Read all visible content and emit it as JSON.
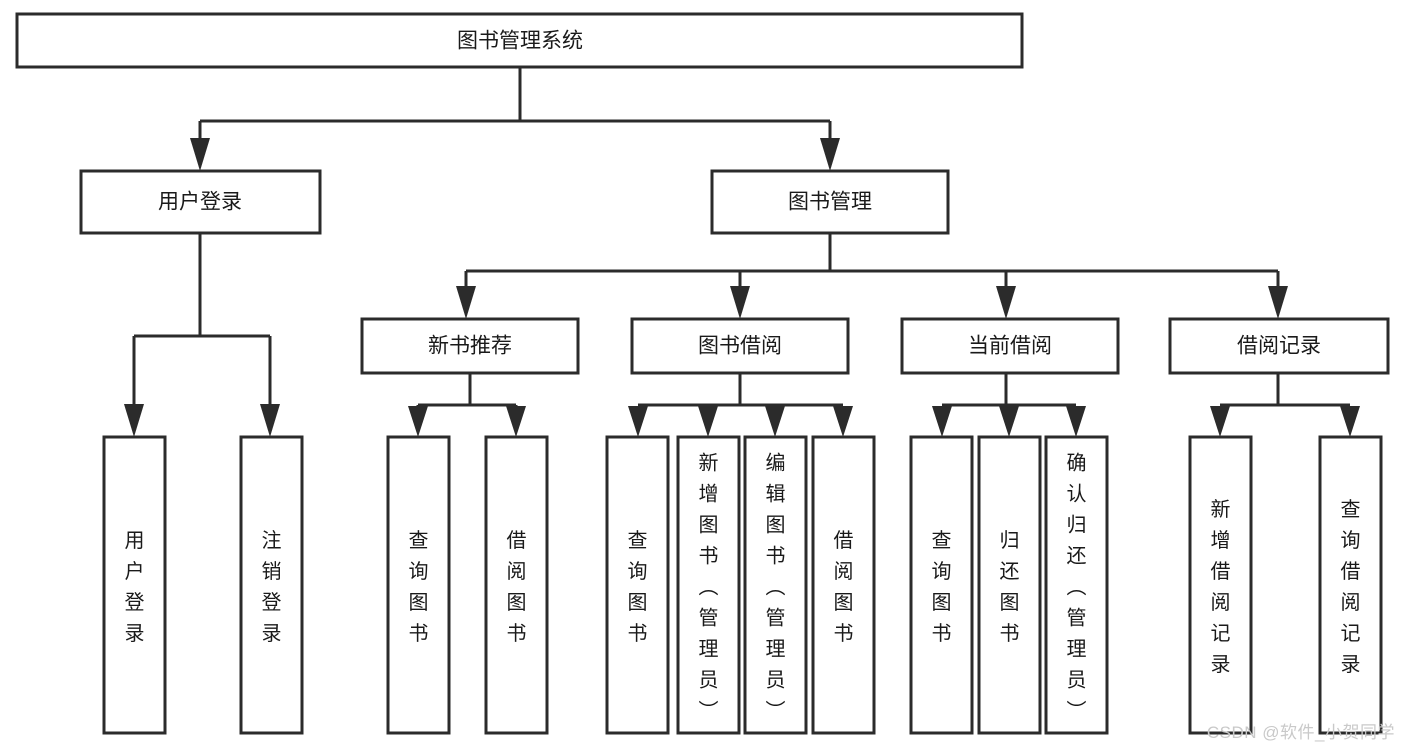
{
  "diagram": {
    "type": "tree",
    "title": "图书管理系统",
    "watermark": "CSDN @软件_小贺同学",
    "colors": {
      "stroke": "#2b2b2b",
      "fill": "#ffffff",
      "text": "#1a1a1a",
      "watermark": "#c9c9c9"
    },
    "nodes": {
      "root": {
        "label": "图书管理系统",
        "level": 0,
        "orientation": "horizontal"
      },
      "l1": [
        {
          "id": "user-login",
          "label": "用户登录",
          "level": 1,
          "orientation": "horizontal"
        },
        {
          "id": "book-manage",
          "label": "图书管理",
          "level": 1,
          "orientation": "horizontal"
        }
      ],
      "l2": [
        {
          "id": "new-book-rec",
          "label": "新书推荐",
          "level": 2,
          "orientation": "horizontal",
          "parent": "book-manage"
        },
        {
          "id": "book-borrow",
          "label": "图书借阅",
          "level": 2,
          "orientation": "horizontal",
          "parent": "book-manage"
        },
        {
          "id": "current-borrow",
          "label": "当前借阅",
          "level": 2,
          "orientation": "horizontal",
          "parent": "book-manage"
        },
        {
          "id": "borrow-record",
          "label": "借阅记录",
          "level": 2,
          "orientation": "horizontal",
          "parent": "book-manage"
        }
      ],
      "leaves": [
        {
          "id": "leaf-user-login",
          "label": "用户登录",
          "parent": "user-login",
          "orientation": "vertical"
        },
        {
          "id": "leaf-user-logout",
          "label": "注销登录",
          "parent": "user-login",
          "orientation": "vertical"
        },
        {
          "id": "leaf-query-book-1",
          "label": "查询图书",
          "parent": "new-book-rec",
          "orientation": "vertical"
        },
        {
          "id": "leaf-borrow-book-1",
          "label": "借阅图书",
          "parent": "new-book-rec",
          "orientation": "vertical"
        },
        {
          "id": "leaf-query-book-2",
          "label": "查询图书",
          "parent": "book-borrow",
          "orientation": "vertical"
        },
        {
          "id": "leaf-add-book",
          "label": "新增图书（管理员）",
          "parent": "book-borrow",
          "orientation": "vertical"
        },
        {
          "id": "leaf-edit-book",
          "label": "编辑图书（管理员）",
          "parent": "book-borrow",
          "orientation": "vertical"
        },
        {
          "id": "leaf-borrow-book-2",
          "label": "借阅图书",
          "parent": "book-borrow",
          "orientation": "vertical"
        },
        {
          "id": "leaf-query-book-3",
          "label": "查询图书",
          "parent": "current-borrow",
          "orientation": "vertical"
        },
        {
          "id": "leaf-return-book",
          "label": "归还图书",
          "parent": "current-borrow",
          "orientation": "vertical"
        },
        {
          "id": "leaf-confirm-return",
          "label": "确认归还（管理员）",
          "parent": "current-borrow",
          "orientation": "vertical"
        },
        {
          "id": "leaf-add-record",
          "label": "新增借阅记录",
          "parent": "borrow-record",
          "orientation": "vertical"
        },
        {
          "id": "leaf-query-record",
          "label": "查询借阅记录",
          "parent": "borrow-record",
          "orientation": "vertical"
        }
      ]
    }
  }
}
